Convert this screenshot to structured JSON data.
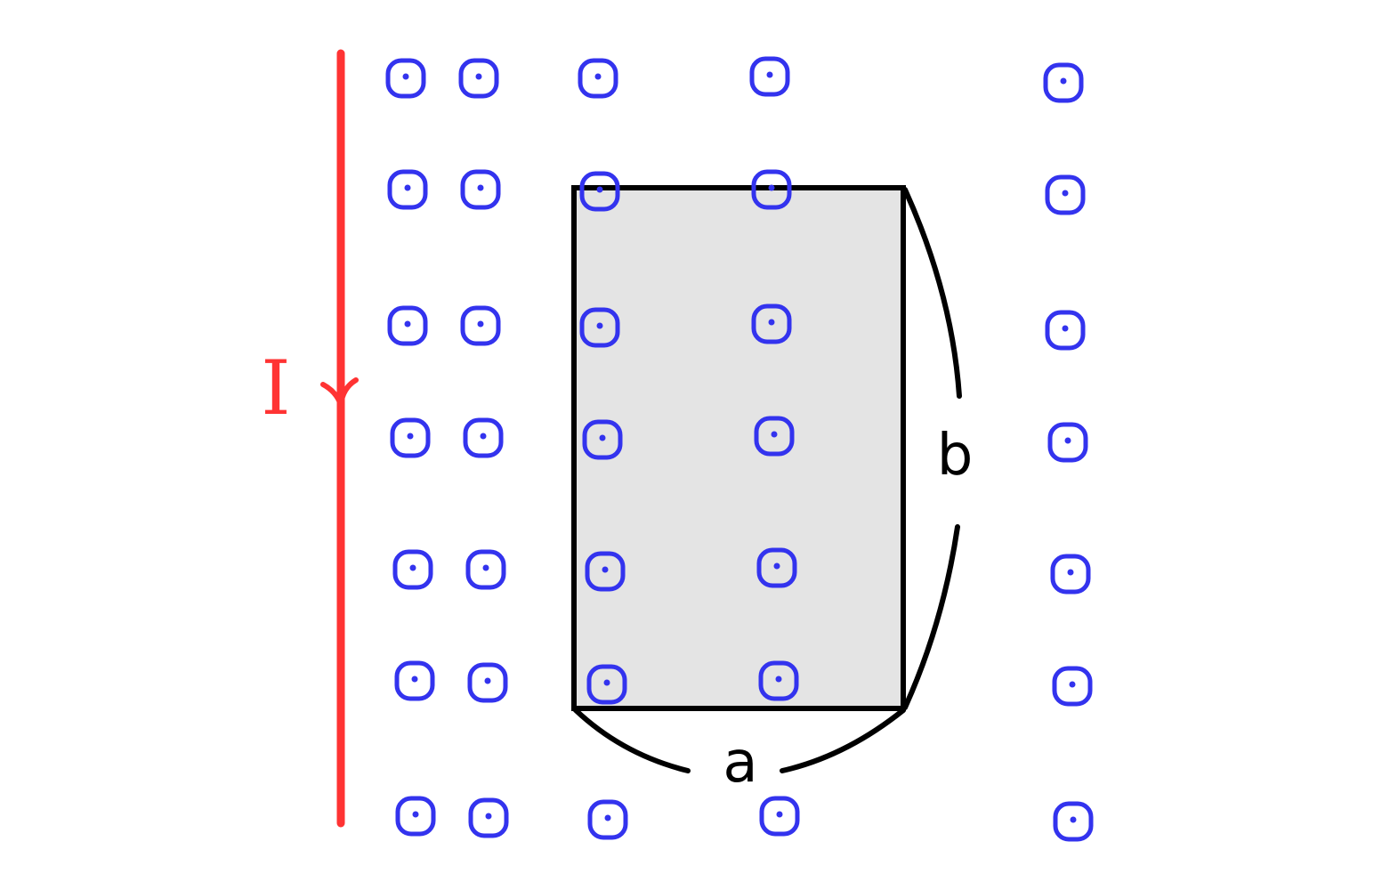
{
  "wire": {
    "current_label": "I",
    "color": "#ff3333",
    "direction": "down"
  },
  "field": {
    "symbol": "out-of-page",
    "color": "#3333ee"
  },
  "loop": {
    "fill": "#e4e4e4",
    "stroke": "#000000"
  },
  "dimensions": {
    "width_label": "a",
    "height_label": "b"
  }
}
